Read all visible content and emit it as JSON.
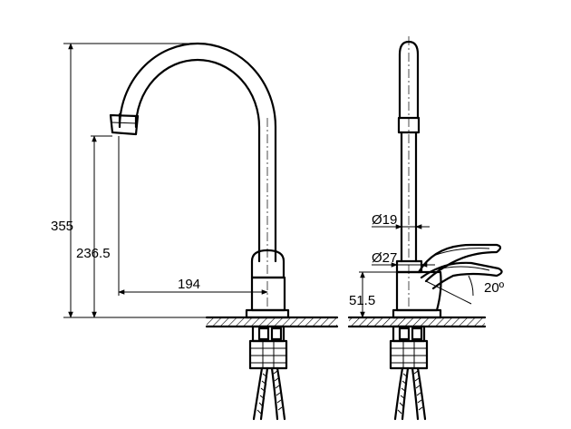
{
  "dimensions": {
    "total_height": "355",
    "spout_height": "236.5",
    "spout_reach": "194",
    "base_height": "51.5",
    "tube_diameter": "Ø19",
    "body_diameter": "Ø27",
    "handle_angle": "20º"
  },
  "colors": {
    "line": "#000000",
    "background": "#ffffff"
  }
}
